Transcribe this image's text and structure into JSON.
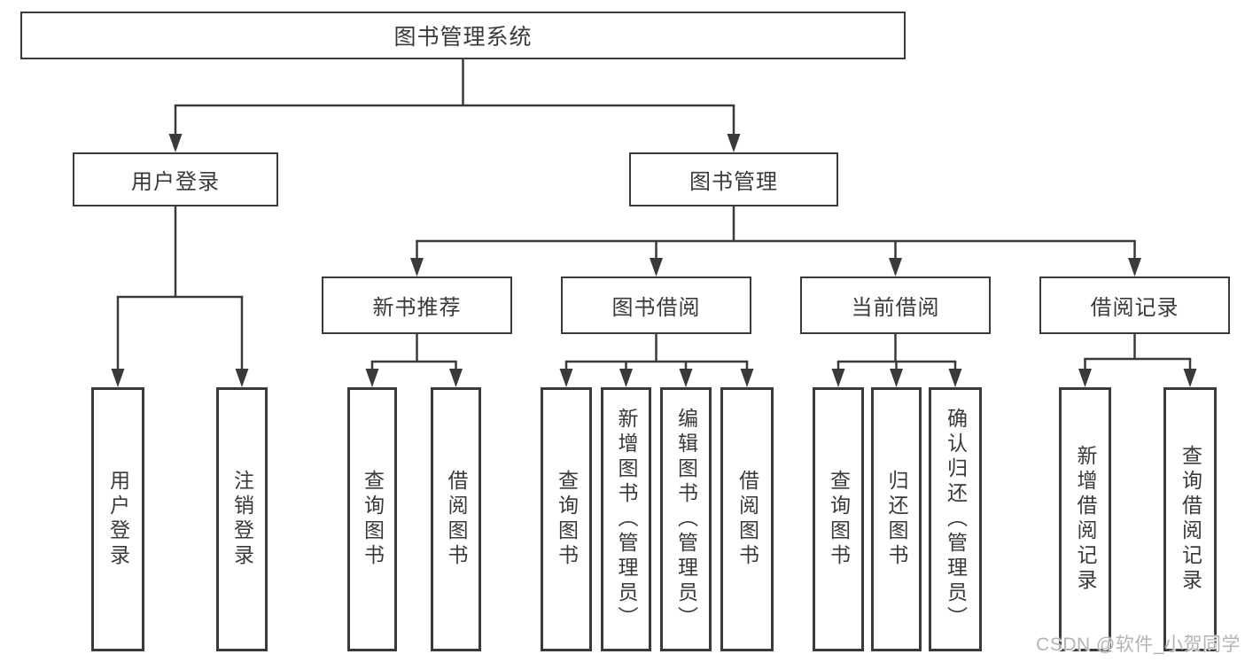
{
  "diagram": {
    "root": {
      "label": "图书管理系统"
    },
    "level2": [
      {
        "label": "用户登录"
      },
      {
        "label": "图书管理"
      }
    ],
    "level3": [
      {
        "label": "新书推荐"
      },
      {
        "label": "图书借阅"
      },
      {
        "label": "当前借阅"
      },
      {
        "label": "借阅记录"
      }
    ],
    "leaves": {
      "login": [
        "用户登录",
        "注销登录"
      ],
      "recommend": [
        "查询图书",
        "借阅图书"
      ],
      "borrow": [
        "查询图书",
        "新增图书（管理员）",
        "编辑图书（管理员）",
        "借阅图书"
      ],
      "current": [
        "查询图书",
        "归还图书",
        "确认归还（管理员）"
      ],
      "records": [
        "新增借阅记录",
        "查询借阅记录"
      ]
    },
    "colors": {
      "line": "#3a3a3a",
      "text": "#3a3a3a",
      "background": "#ffffff",
      "watermark": "#b4b4b4"
    }
  },
  "watermark": {
    "text": "CSDN @软件_小贺同学"
  }
}
